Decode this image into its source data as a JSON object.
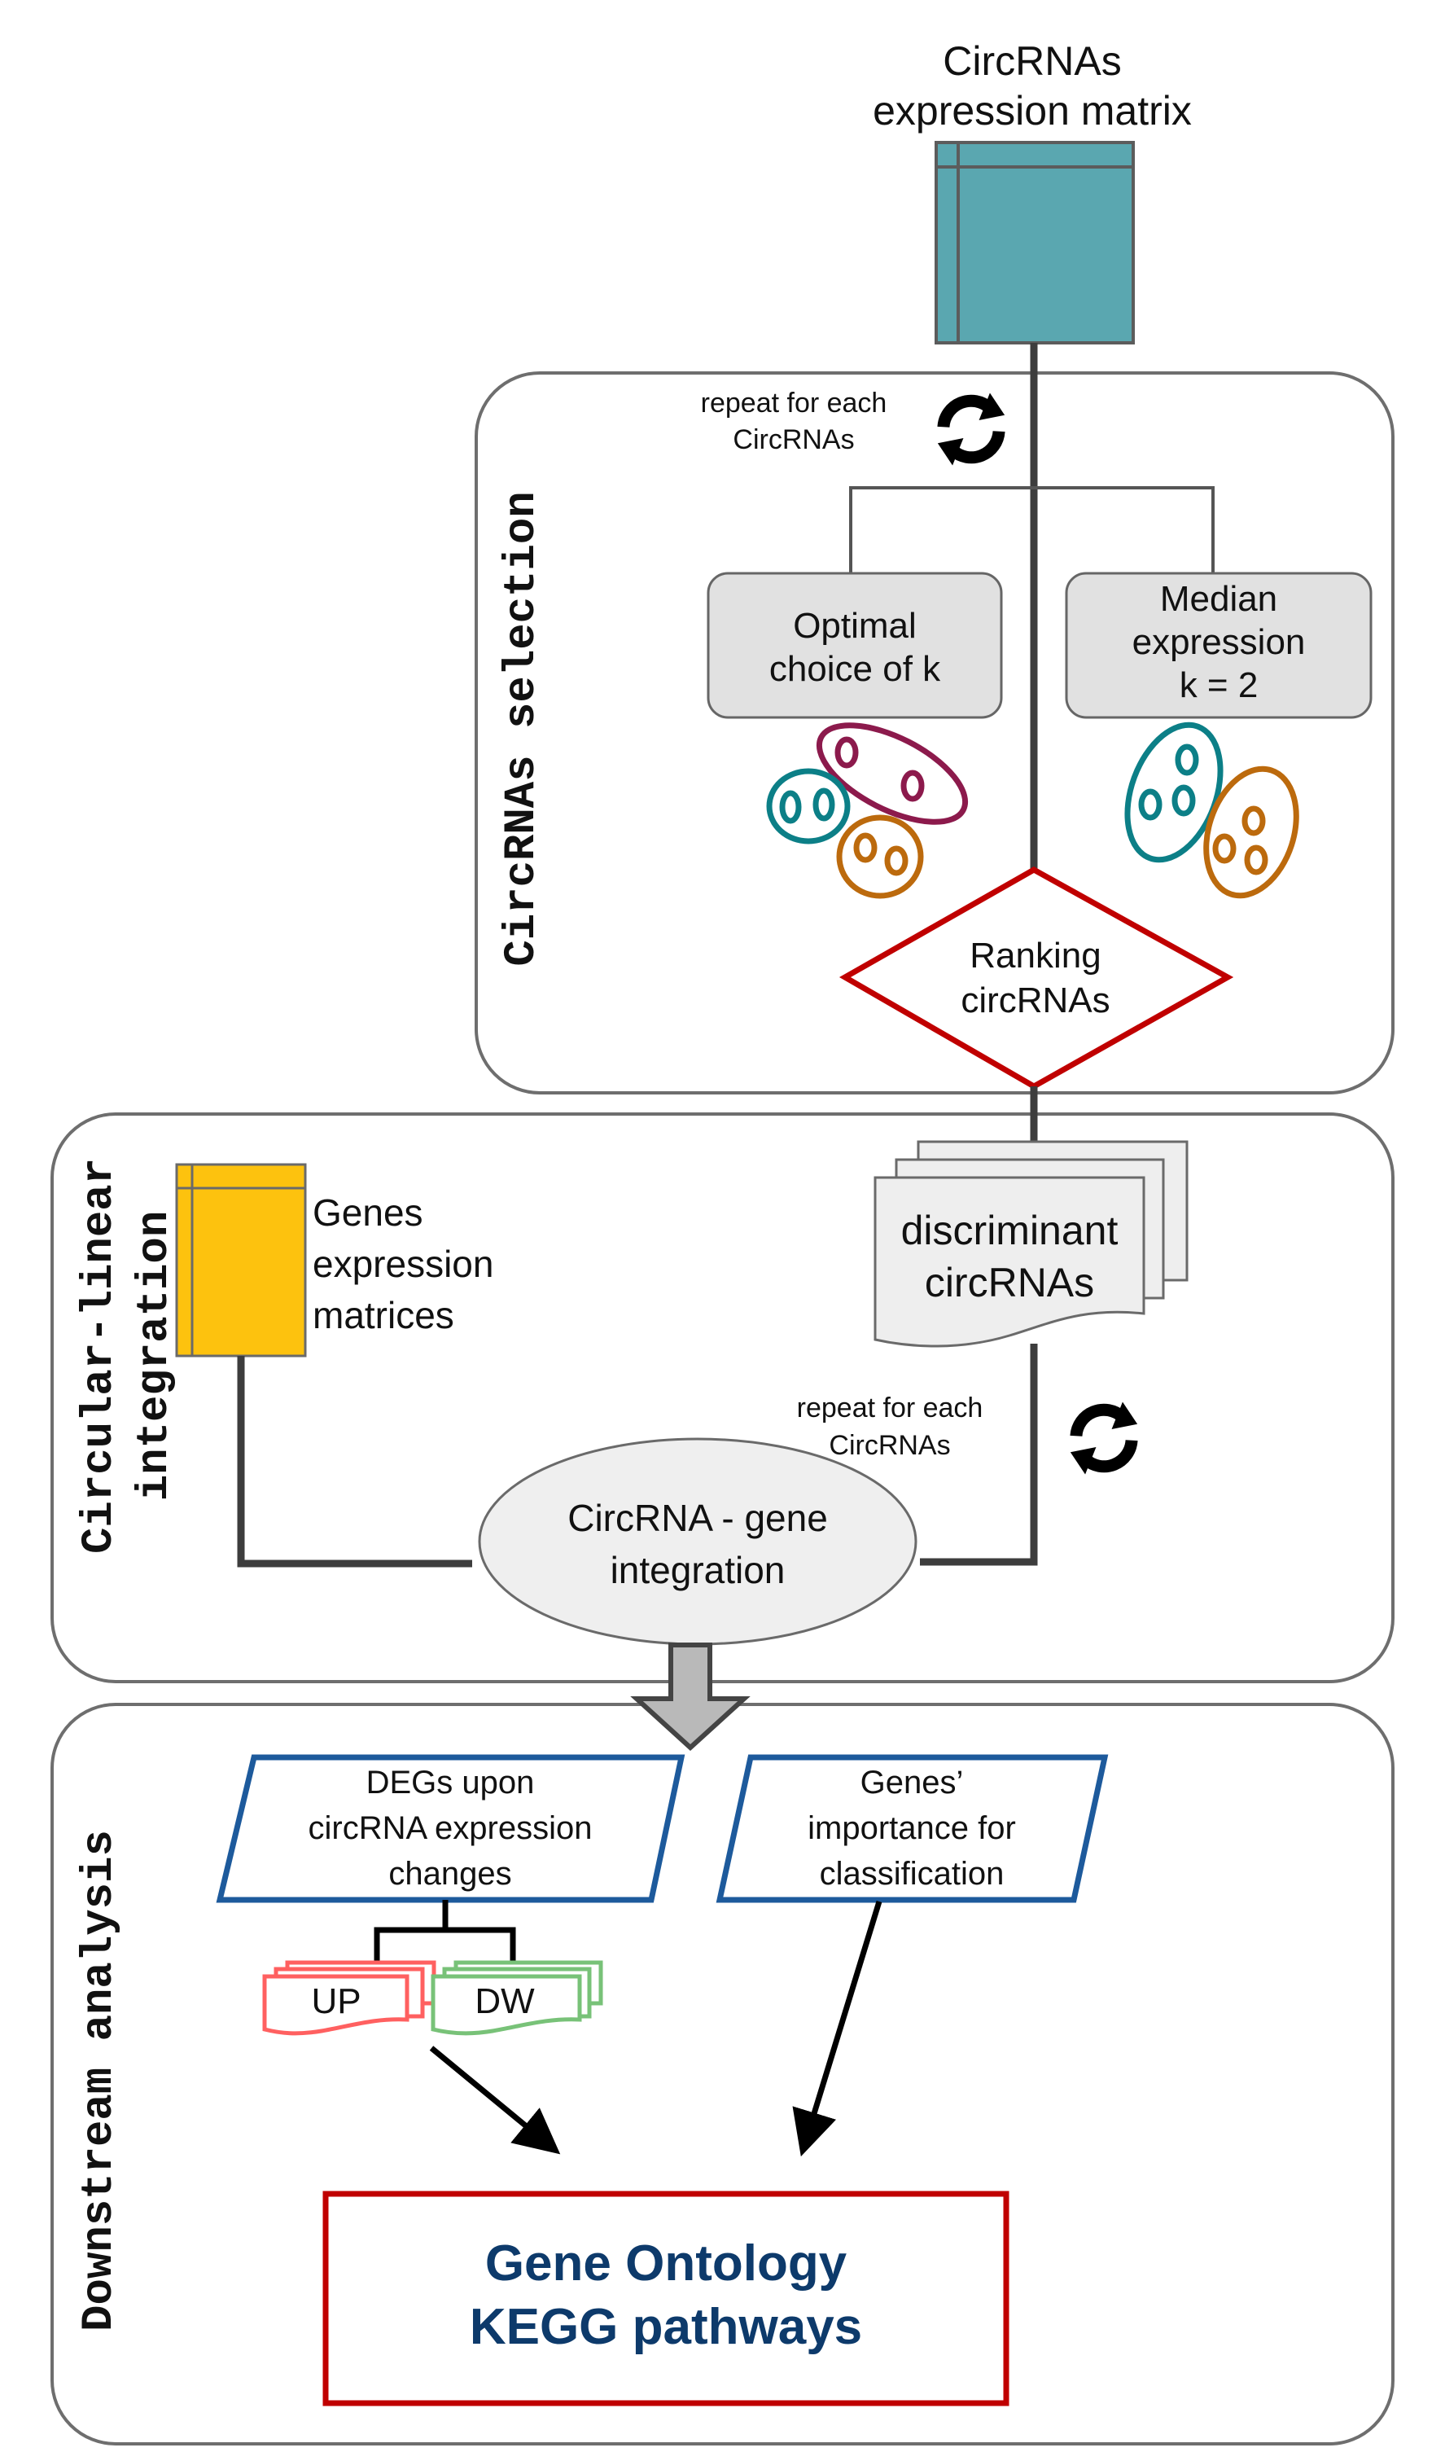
{
  "colors": {
    "circ_matrix": "#5aa7b0",
    "gene_matrix": "#fdc20e",
    "cluster_teal": "#0c7f87",
    "cluster_purple": "#8c1a4c",
    "cluster_orange": "#bc6a0d",
    "diamond_stroke": "#c00000",
    "parallelogram_stroke": "#1d5a9c",
    "up_stroke": "#ff6060",
    "dw_stroke": "#78c278",
    "result_box_stroke": "#c00000",
    "result_text": "#0d3a6b"
  },
  "input": {
    "title_line1": "CircRNAs",
    "title_line2": "expression matrix",
    "icon": "matrix-grid-icon"
  },
  "sections": {
    "selection": {
      "label": "CircRNAs selection",
      "repeat_line1": "repeat for each",
      "repeat_line2": "CircRNAs",
      "repeat_icon": "refresh-cycle-icon",
      "method_optimal": {
        "line1": "Optimal",
        "line2": "choice of k"
      },
      "method_median": {
        "line1": "Median",
        "line2": "expression",
        "line3": "k = 2"
      },
      "ranking": {
        "line1": "Ranking",
        "line2": "circRNAs"
      }
    },
    "integration": {
      "label_line1": "Circular-linear",
      "label_line2": "integration",
      "genes_line1": "Genes",
      "genes_line2": "expression",
      "genes_line3": "matrices",
      "discriminant_line1": "discriminant",
      "discriminant_line2": "circRNAs",
      "repeat_line1": "repeat for each",
      "repeat_line2": "CircRNAs",
      "repeat_icon": "refresh-cycle-icon",
      "integration_node": {
        "line1": "CircRNA - gene",
        "line2": "integration"
      }
    },
    "downstream": {
      "label": "Downstream analysis",
      "degs": {
        "line1": "DEGs upon",
        "line2": "circRNA expression",
        "line3": "changes"
      },
      "importance": {
        "line1": "Genes’",
        "line2": "importance for",
        "line3": "classification"
      },
      "up_label": "UP",
      "dw_label": "DW",
      "result": {
        "line1": "Gene Ontology",
        "line2": "KEGG pathways"
      }
    }
  }
}
